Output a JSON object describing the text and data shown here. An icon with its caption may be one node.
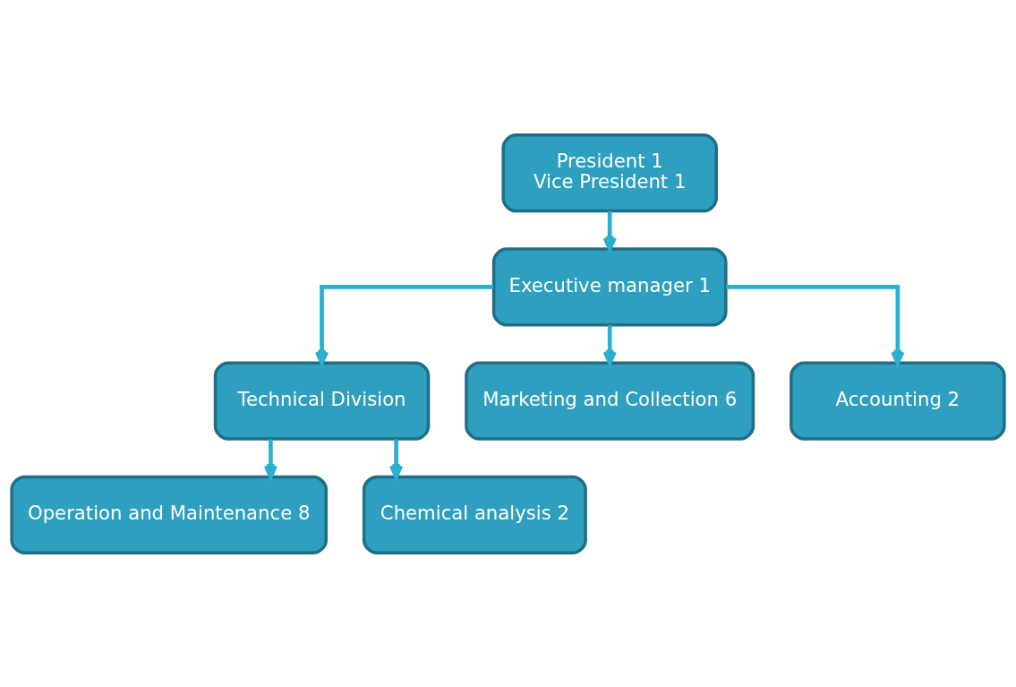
{
  "diagram": {
    "nodes": [
      {
        "text": [
          "President 1",
          "Vice President 1"
        ]
      },
      {
        "text": [
          "Executive manager 1"
        ]
      },
      {
        "text": [
          "Technical Division"
        ]
      },
      {
        "text": [
          "Marketing and Collection 6"
        ]
      },
      {
        "text": [
          "Accounting 2"
        ]
      },
      {
        "text": [
          "Operation and Maintenance 8"
        ]
      },
      {
        "text": [
          "Chemical analysis 2"
        ]
      }
    ],
    "edges": [
      {
        "from": 0,
        "to": 1,
        "arrow": "to"
      },
      {
        "from": 1,
        "to": 2,
        "arrow": "to"
      },
      {
        "from": 1,
        "to": 3,
        "arrow": "to"
      },
      {
        "from": 1,
        "to": 4,
        "arrow": "to"
      },
      {
        "from": 2,
        "to": 5,
        "arrow": "to"
      },
      {
        "from": 2,
        "to": 6,
        "arrow": "to"
      }
    ]
  }
}
